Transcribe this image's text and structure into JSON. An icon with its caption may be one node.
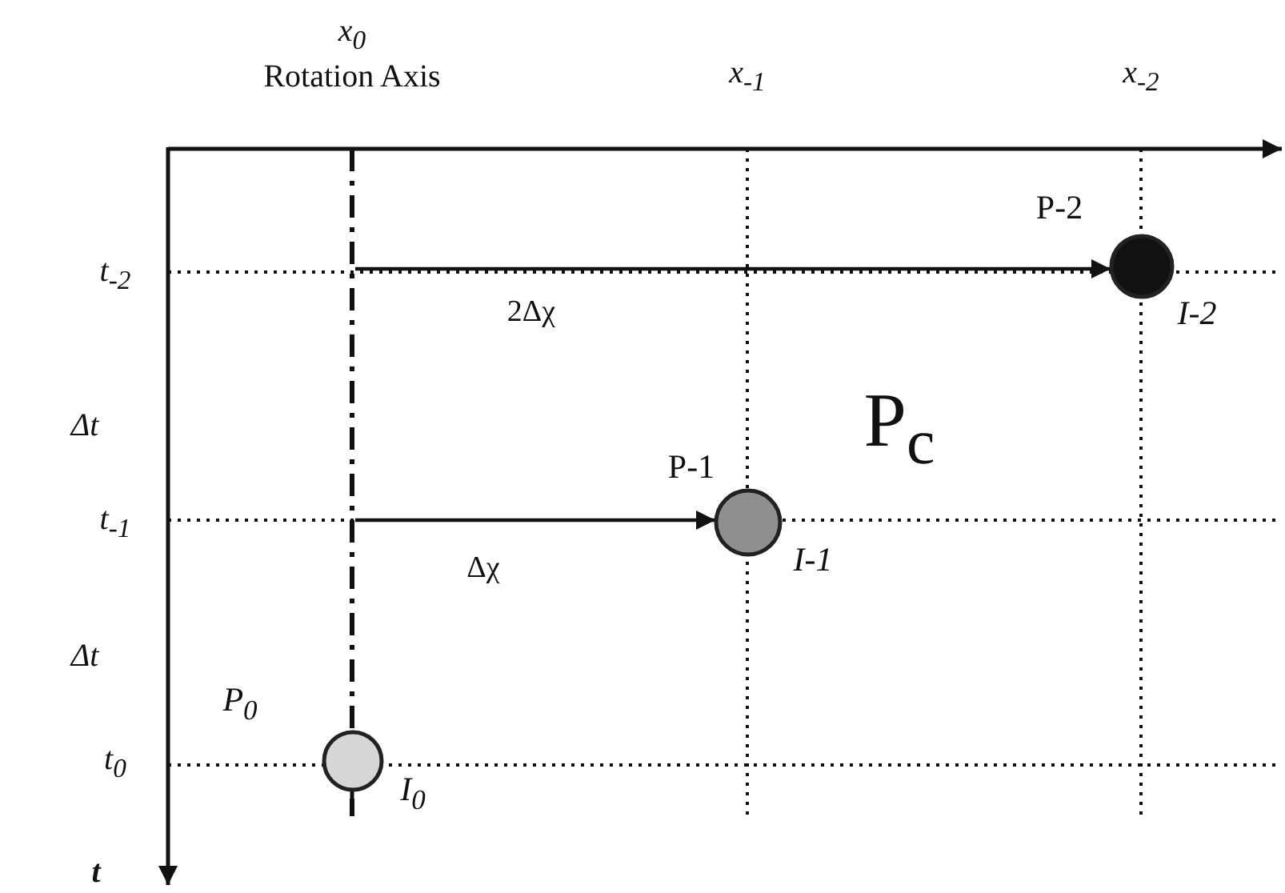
{
  "diagram": {
    "nodes": [
      {
        "text": [],
        "shape": "circle",
        "beside": [
          "P$_{0}$",
          "I$_{0}$"
        ]
      },
      {
        "text": [],
        "shape": "circle",
        "beside": [
          "P-1",
          "I-1"
        ]
      },
      {
        "text": [],
        "shape": "circle",
        "beside": [
          "P-2",
          "I-2"
        ]
      }
    ],
    "edges": [
      {
        "from": null,
        "to": 1,
        "arrow": "to",
        "label": "Δχ"
      },
      {
        "from": null,
        "to": 2,
        "arrow": "to",
        "label": "2Δχ"
      }
    ],
    "labels": [
      "x$_{0}$",
      "Rotation Axis",
      "x$_{-1}$",
      "x$_{-2}$",
      "t$_{-2}$",
      "Δt",
      "P$_{c}$",
      "t$_{-1}$",
      "Δt",
      "t$_{0}$",
      "t"
    ]
  }
}
